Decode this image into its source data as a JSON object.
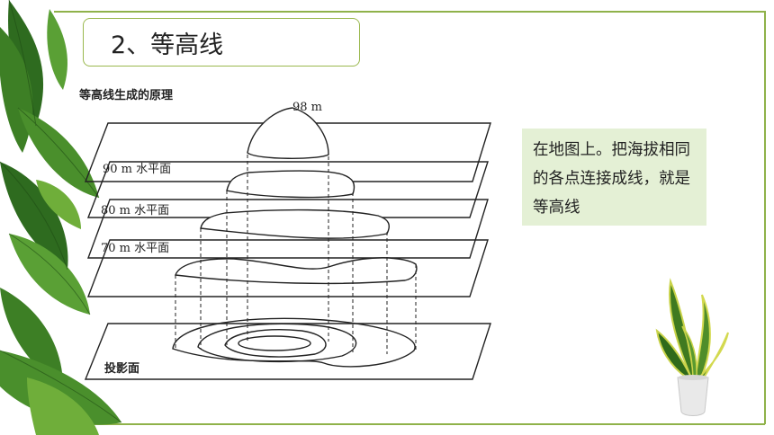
{
  "title": "2、等高线",
  "diagram": {
    "heading": "等高线生成的原理",
    "peak_label": "98 m",
    "plane_labels": [
      "90 m 水平面",
      "80 m 水平面",
      "70 m 水平面"
    ],
    "projection_label": "投影面"
  },
  "info_text": "在地图上。把海拔相同的各点连接成线，就是等高线",
  "colors": {
    "frame": "#8fb24a",
    "title_border": "#9ab84e",
    "info_bg": "#e4f0d5",
    "leaf_dark": "#2e6b1f",
    "leaf_light": "#6fae3a"
  },
  "decorations": [
    "left-foliage",
    "potted-snake-plant"
  ]
}
